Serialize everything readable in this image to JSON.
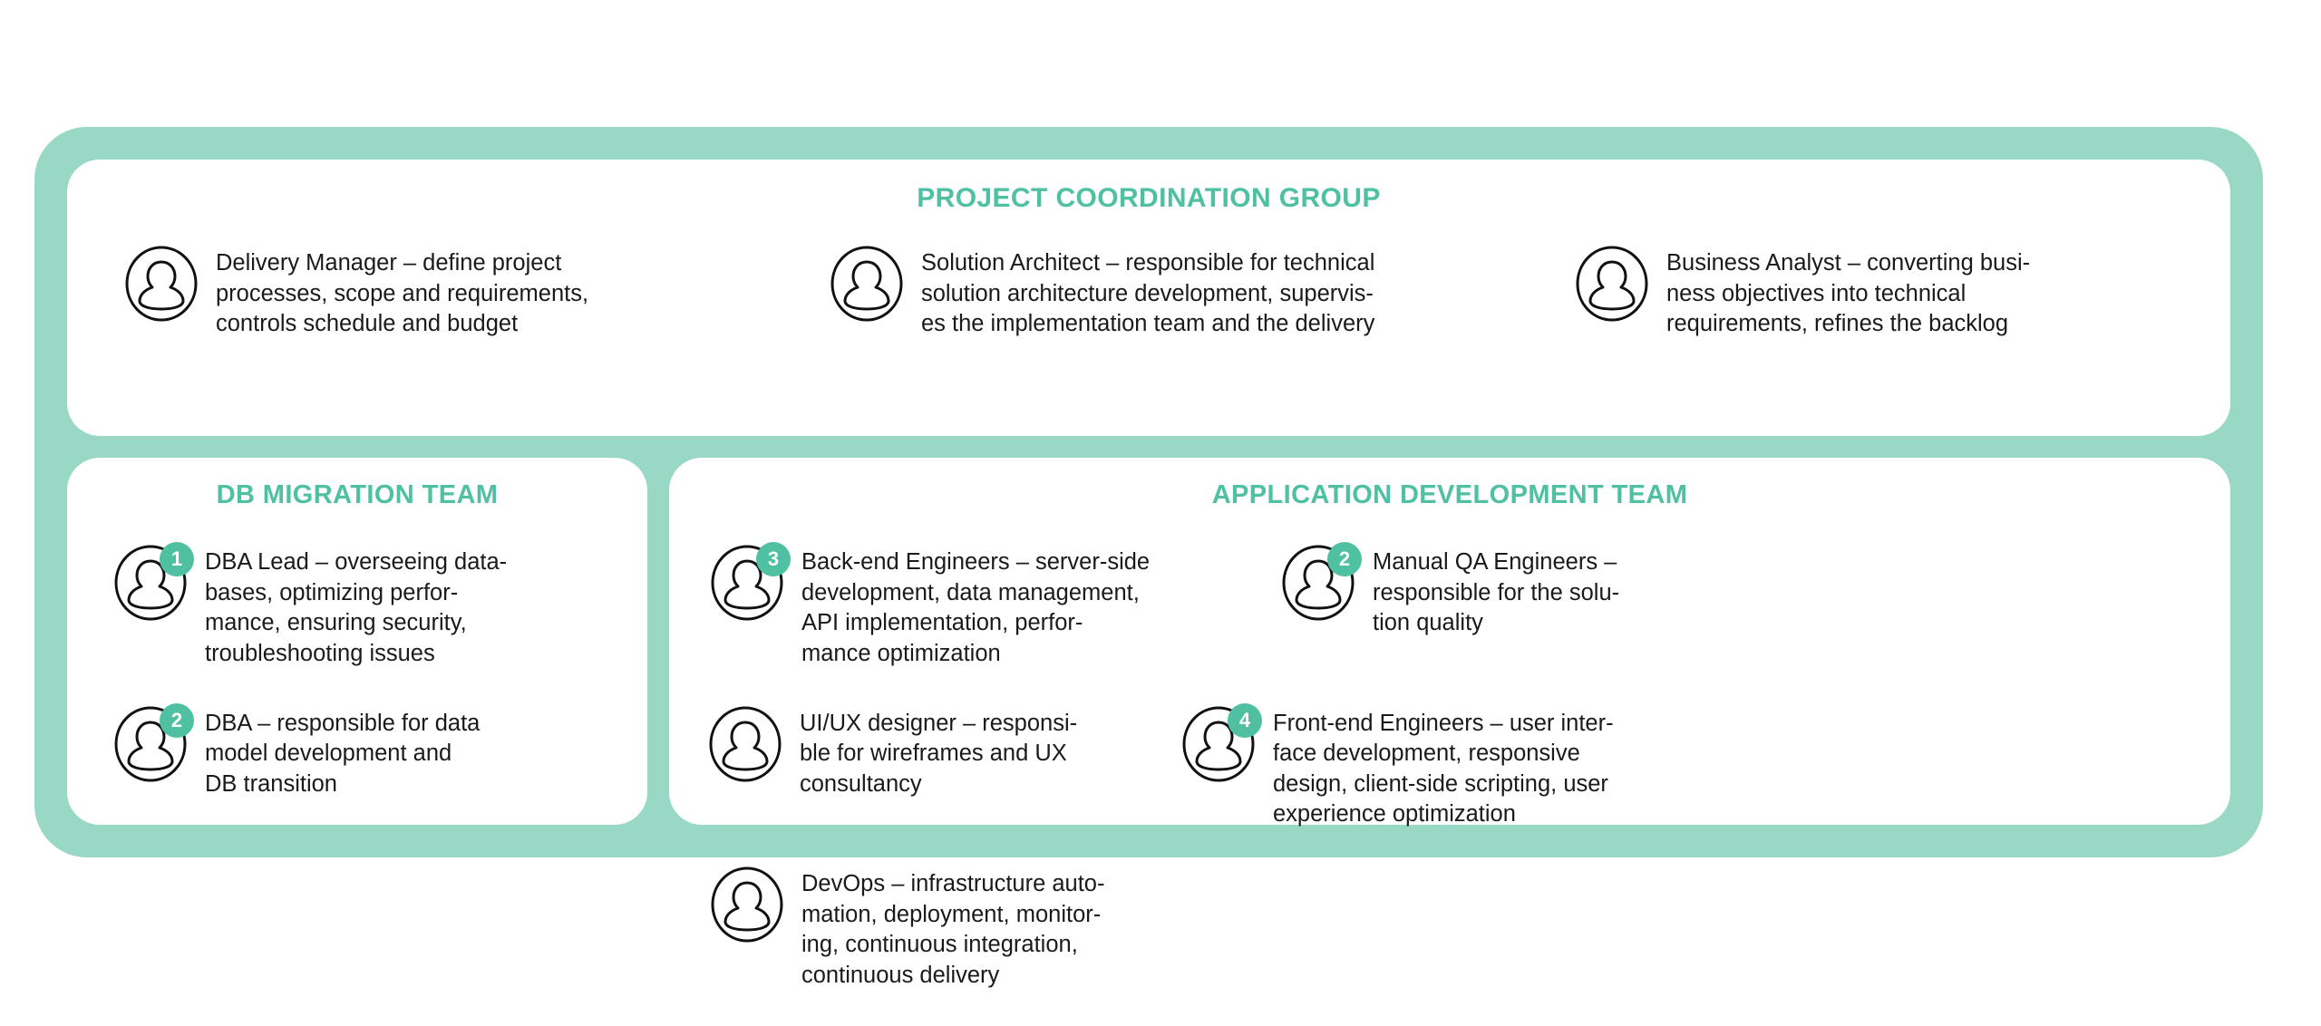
{
  "theme": {
    "frame_color": "#9ad8c6",
    "card_color": "#ffffff",
    "accent_color": "#4fc0a1",
    "text_color": "#1a1a1a"
  },
  "groups": {
    "coordination": {
      "title": "PROJECT COORDINATION GROUP",
      "roles": [
        {
          "icon": "user-avatar-icon",
          "badge": "",
          "text": "Delivery Manager – define project\nprocesses, scope and requirements,\ncontrols schedule and budget"
        },
        {
          "icon": "user-avatar-icon",
          "badge": "",
          "text": "Solution Architect – responsible for technical\nsolution architecture development, supervis-\nes the implementation team and the delivery"
        },
        {
          "icon": "user-avatar-icon",
          "badge": "",
          "text": "Business Analyst – converting busi-\nness objectives into technical\nrequirements, refines the backlog"
        }
      ]
    },
    "db_migration": {
      "title": "DB MIGRATION TEAM",
      "roles": [
        {
          "icon": "user-avatar-icon",
          "badge": "1",
          "text": "DBA Lead – overseeing data-\nbases, optimizing perfor-\nmance, ensuring security,\ntroubleshooting issues"
        },
        {
          "icon": "user-avatar-icon",
          "badge": "2",
          "text": "DBA – responsible for data\nmodel development and\nDB transition"
        }
      ]
    },
    "app_development": {
      "title": "APPLICATION DEVELOPMENT TEAM",
      "roles": [
        {
          "icon": "user-avatar-icon",
          "badge": "3",
          "text": "Back-end Engineers – server-side\ndevelopment, data management,\nAPI implementation, perfor-\nmance optimization"
        },
        {
          "icon": "user-avatar-icon",
          "badge": "2",
          "text": "Manual QA Engineers –\nresponsible for the solu-\ntion quality"
        },
        {
          "icon": "user-avatar-icon",
          "badge": "",
          "text": "UI/UX designer – responsi-\nble for wireframes and UX\nconsultancy"
        },
        {
          "icon": "user-avatar-icon",
          "badge": "4",
          "text": "Front-end Engineers – user inter-\nface development, responsive\ndesign, client-side scripting, user\nexperience optimization"
        },
        {
          "icon": "user-avatar-icon",
          "badge": "",
          "text": "DevOps – infrastructure auto-\nmation, deployment, monitor-\ning, continuous integration,\ncontinuous delivery"
        }
      ]
    }
  }
}
